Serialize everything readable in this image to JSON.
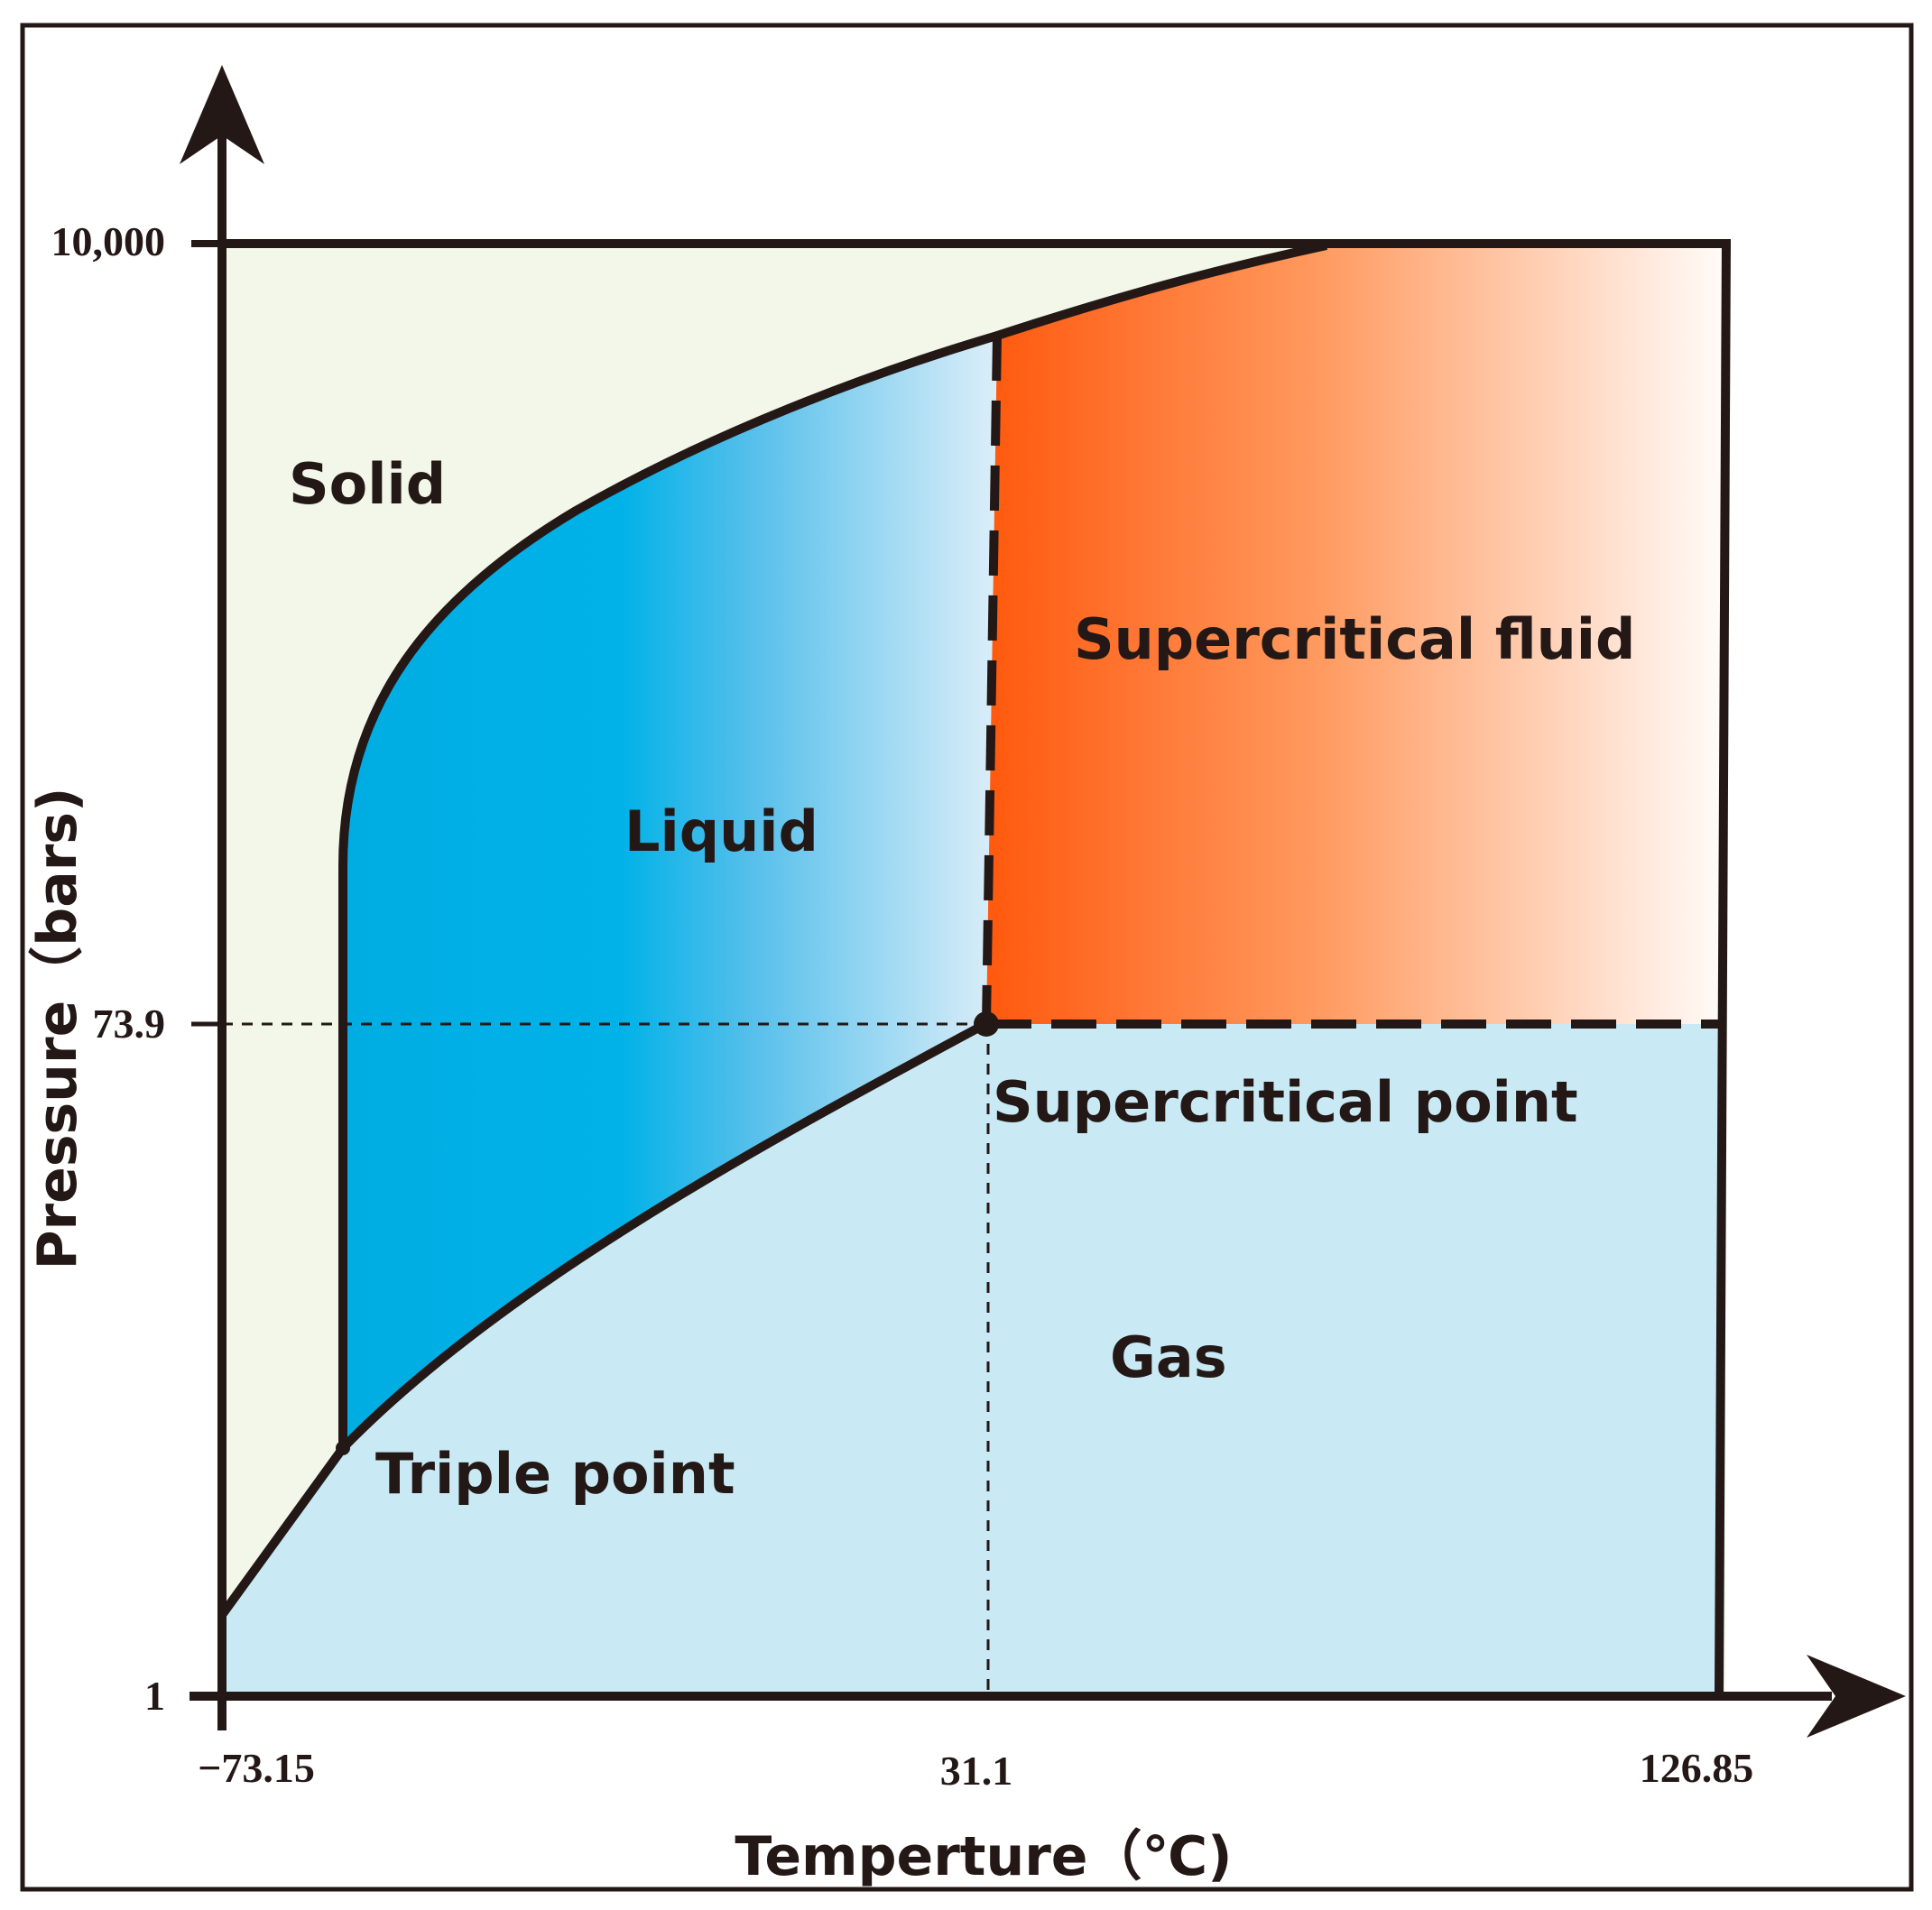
{
  "axes": {
    "x_title": "Temperture（℃)",
    "y_title": "Pressure（bars)",
    "x_ticks": [
      "−73.15",
      "31.1",
      "126.85"
    ],
    "y_ticks": [
      "10,000",
      "73.9",
      "1"
    ]
  },
  "regions": {
    "solid": "Solid",
    "liquid": "Liquid",
    "supercritical_fluid": "Supercritical fluid",
    "gas": "Gas"
  },
  "points": {
    "supercritical_point": "Supercritical point",
    "triple_point": "Triple point"
  },
  "colors": {
    "solid_fill": "#f2f7e9",
    "liquid_dark": "#00ade3",
    "liquid_light": "#dceef9",
    "fluid_dark": "#ff5a0f",
    "fluid_light": "#fffaf7",
    "gas_fill": "#c9eaf4",
    "line": "#231815"
  }
}
